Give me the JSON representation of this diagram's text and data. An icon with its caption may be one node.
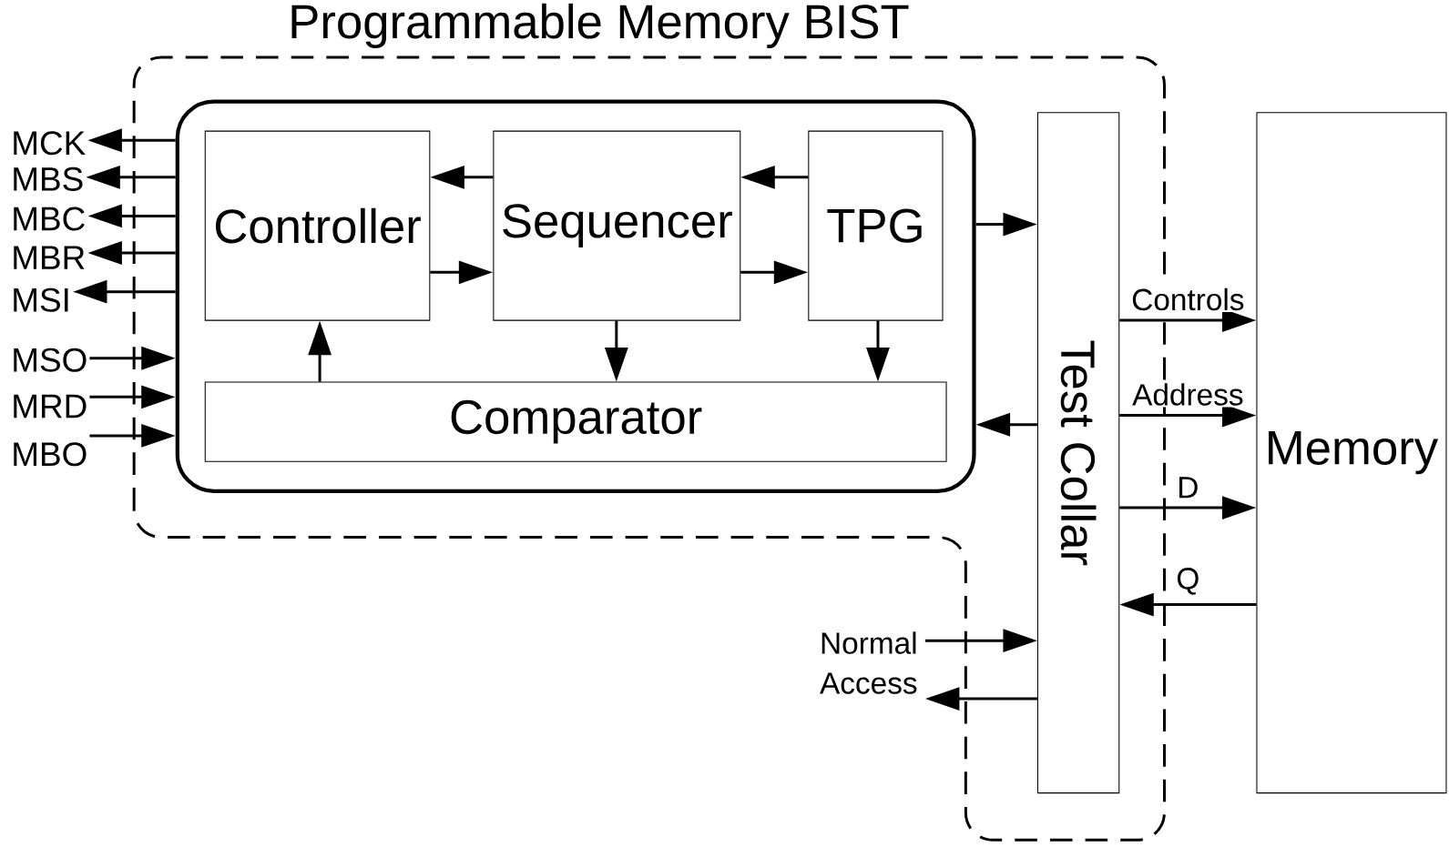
{
  "diagram": {
    "nodes": [
      {
        "text": [
          "Programmable Memory BIST"
        ]
      },
      {
        "text": [],
        "shape": "box",
        "in": 0
      },
      {
        "text": [
          "Controller"
        ],
        "in": 1
      },
      {
        "text": [
          "Sequencer"
        ],
        "in": 1
      },
      {
        "text": [
          "TPG"
        ],
        "in": 1
      },
      {
        "text": [
          "Comparator"
        ],
        "in": 1
      },
      {
        "text": [
          "Test Collar"
        ],
        "in": 0
      },
      {
        "text": [
          "Memory"
        ]
      },
      {
        "text": [
          "MCK"
        ]
      },
      {
        "text": [
          "MBS"
        ]
      },
      {
        "text": [
          "MBC"
        ]
      },
      {
        "text": [
          "MBR"
        ]
      },
      {
        "text": [
          "MSI"
        ]
      },
      {
        "text": [
          "MSO"
        ]
      },
      {
        "text": [
          "MRD"
        ]
      },
      {
        "text": [
          "MBO"
        ]
      },
      {
        "text": [
          "Normal Access"
        ]
      }
    ],
    "edges": [
      {
        "from": 1,
        "to": 8,
        "arrow": "to"
      },
      {
        "from": 1,
        "to": 9,
        "arrow": "to"
      },
      {
        "from": 1,
        "to": 10,
        "arrow": "to"
      },
      {
        "from": 1,
        "to": 11,
        "arrow": "to"
      },
      {
        "from": 1,
        "to": 12,
        "arrow": "to"
      },
      {
        "from": 13,
        "to": 1,
        "arrow": "to"
      },
      {
        "from": 14,
        "to": 1,
        "arrow": "to"
      },
      {
        "from": 15,
        "to": 1,
        "arrow": "to"
      },
      {
        "from": 3,
        "to": 2,
        "arrow": "to"
      },
      {
        "from": 4,
        "to": 3,
        "arrow": "to"
      },
      {
        "from": 2,
        "to": 3,
        "arrow": "to"
      },
      {
        "from": 3,
        "to": 4,
        "arrow": "to"
      },
      {
        "from": 3,
        "to": 5,
        "arrow": "to"
      },
      {
        "from": 4,
        "to": 5,
        "arrow": "to"
      },
      {
        "from": 5,
        "to": 2,
        "arrow": "to"
      },
      {
        "from": 1,
        "to": 6,
        "arrow": "to"
      },
      {
        "from": 6,
        "to": 1,
        "arrow": "to"
      },
      {
        "from": 6,
        "to": 7,
        "arrow": "to",
        "label": "Controls"
      },
      {
        "from": 6,
        "to": 7,
        "arrow": "to",
        "label": "Address"
      },
      {
        "from": 6,
        "to": 7,
        "arrow": "to",
        "label": "D"
      },
      {
        "from": 7,
        "to": 6,
        "arrow": "to",
        "label": "Q"
      },
      {
        "from": 16,
        "to": 6,
        "arrow": "to"
      },
      {
        "from": 6,
        "to": 16,
        "arrow": "to"
      }
    ]
  }
}
